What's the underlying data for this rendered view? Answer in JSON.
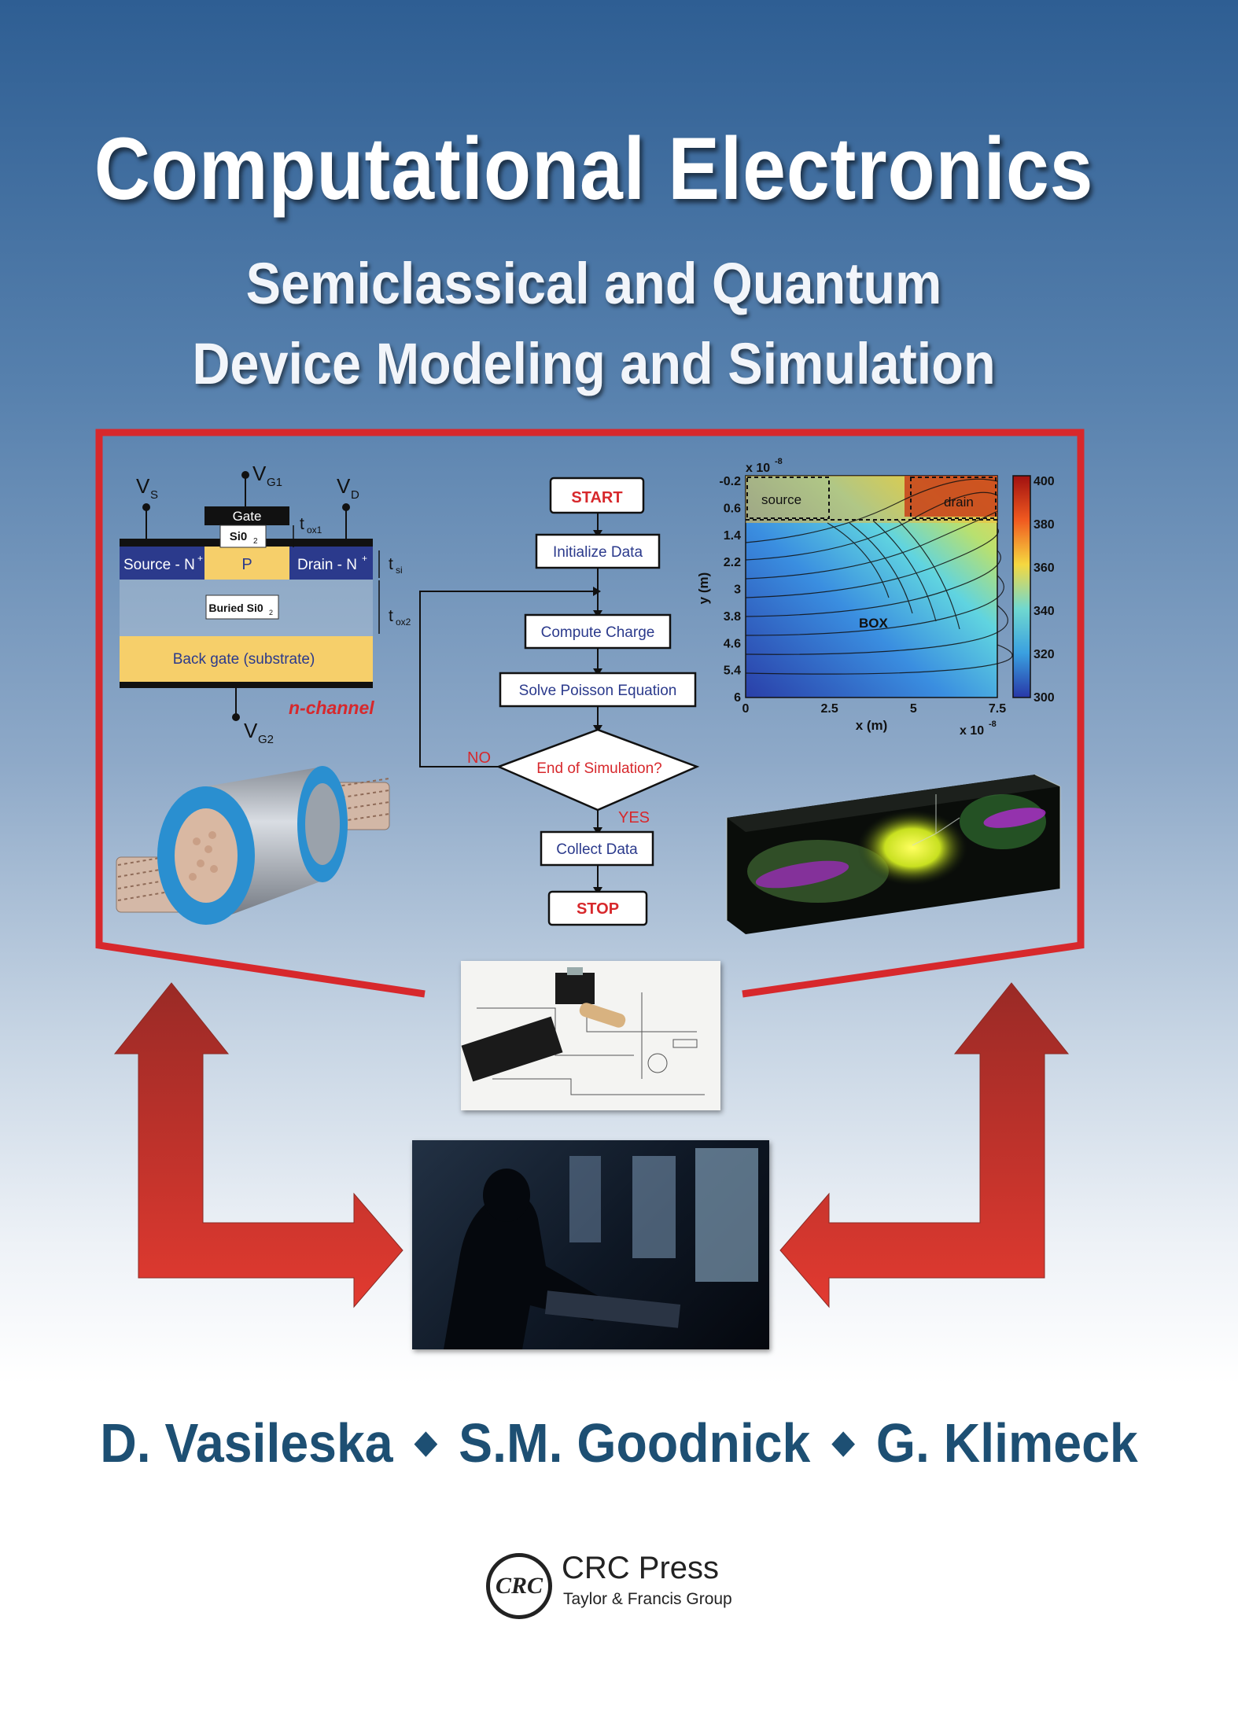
{
  "title": "Computational Electronics",
  "subtitle_line1": "Semiclassical and Quantum",
  "subtitle_line2": "Device Modeling and Simulation",
  "device": {
    "vs": "V",
    "vs_sub": "S",
    "vg1": "V",
    "vg1_sub": "G1",
    "vd": "V",
    "vd_sub": "D",
    "vg2": "V",
    "vg2_sub": "G2",
    "gate": "Gate",
    "sio2": "Si0",
    "sio2_sub": "2",
    "source": "Source - N",
    "p": "P",
    "drain": "Drain - N",
    "plus": "+",
    "tox1": "t",
    "tox1_sub": "ox1",
    "tsi": "t",
    "tsi_sub": "si",
    "tox2": "t",
    "tox2_sub": "ox2",
    "buried": "Buried Si0",
    "buried_sub": "2",
    "back_gate": "Back gate (substrate)",
    "channel": "n-channel"
  },
  "flowchart": {
    "start": "START",
    "init": "Initialize Data",
    "charge": "Compute Charge",
    "poisson": "Solve Poisson Equation",
    "decision": "End of Simulation?",
    "no": "NO",
    "yes": "YES",
    "collect": "Collect Data",
    "stop": "STOP"
  },
  "contour_plot": {
    "y_ticks": [
      "-0.2",
      "0.6",
      "1.4",
      "2.2",
      "3",
      "3.8",
      "4.6",
      "5.4",
      "6"
    ],
    "x_ticks": [
      "0",
      "2.5",
      "5",
      "7.5"
    ],
    "x_label": "x (m)",
    "y_label": "y (m)",
    "y_scale": "x 10",
    "y_scale_exp": "-8",
    "x_scale": "x 10",
    "x_scale_exp": "-8",
    "source_label": "source",
    "drain_label": "drain",
    "box_label": "BOX",
    "colorbar_ticks": [
      "400",
      "380",
      "360",
      "340",
      "320",
      "300"
    ]
  },
  "authors": {
    "a1": "D. Vasileska",
    "a2": "S.M. Goodnick",
    "a3": "G. Klimeck",
    "sep": "◆"
  },
  "publisher": {
    "logo": "CRC",
    "name": "CRC Press",
    "group": "Taylor & Francis Group"
  },
  "colors": {
    "frame_red": "#d7282c",
    "title_white": "#ffffff",
    "author_blue": "#1d4f73"
  }
}
